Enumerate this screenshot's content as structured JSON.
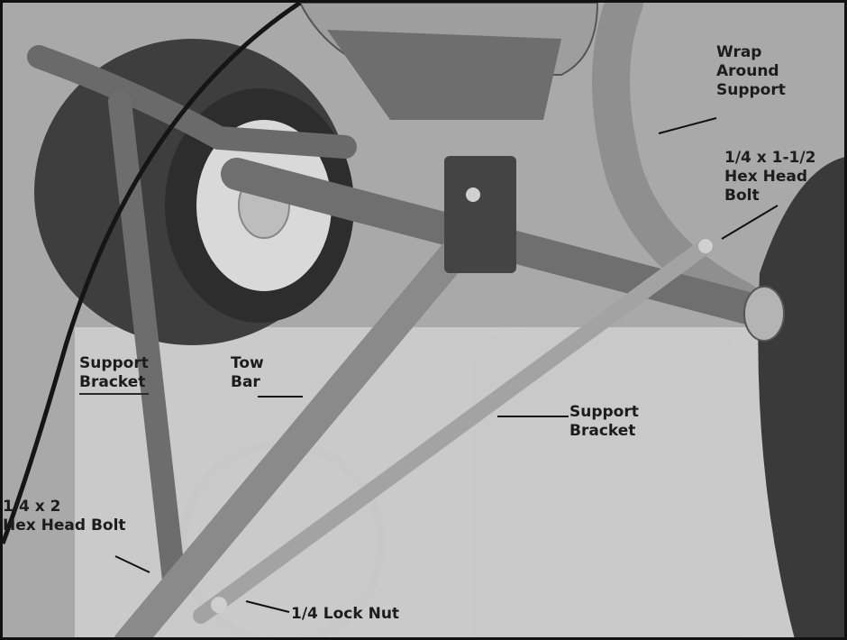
{
  "labels": {
    "wrap_around_support": "Wrap\nAround\nSupport",
    "hex_bolt_1_5": "1/4 x 1-1/2\nHex Head\nBolt",
    "support_bracket_left": "Support\nBracket",
    "tow_bar": "Tow\nBar",
    "support_bracket_right": "Support\nBracket",
    "hex_bolt_2": "1/4 x 2\nHex Head Bolt",
    "lock_nut": "1/4 Lock Nut"
  },
  "colors": {
    "background": "#bfbfbf",
    "tire": "#4a4a4a",
    "metal": "#8a8a8a",
    "label_text": "#1c1c1c"
  }
}
